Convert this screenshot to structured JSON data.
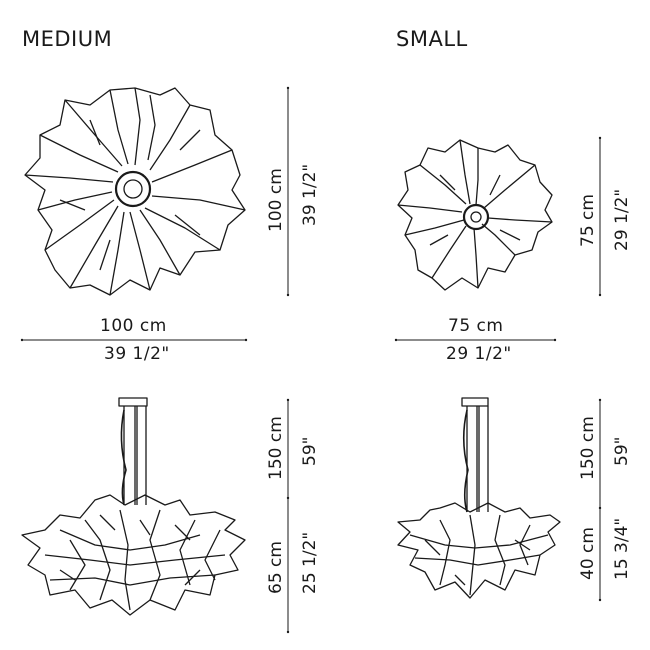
{
  "medium": {
    "title": "MEDIUM",
    "top_height_cm": "100 cm",
    "top_height_in": "39 1/2\"",
    "width_cm": "100 cm",
    "width_in": "39 1/2\"",
    "cable_cm": "150 cm",
    "cable_in": "59\"",
    "body_cm": "65 cm",
    "body_in": "25 1/2\""
  },
  "small": {
    "title": "SMALL",
    "top_height_cm": "75 cm",
    "top_height_in": "29 1/2\"",
    "width_cm": "75 cm",
    "width_in": "29 1/2\"",
    "cable_cm": "150 cm",
    "cable_in": "59\"",
    "body_cm": "40 cm",
    "body_in": "15 3/4\""
  },
  "colors": {
    "ink": "#1a1a1a",
    "background": "#ffffff"
  }
}
